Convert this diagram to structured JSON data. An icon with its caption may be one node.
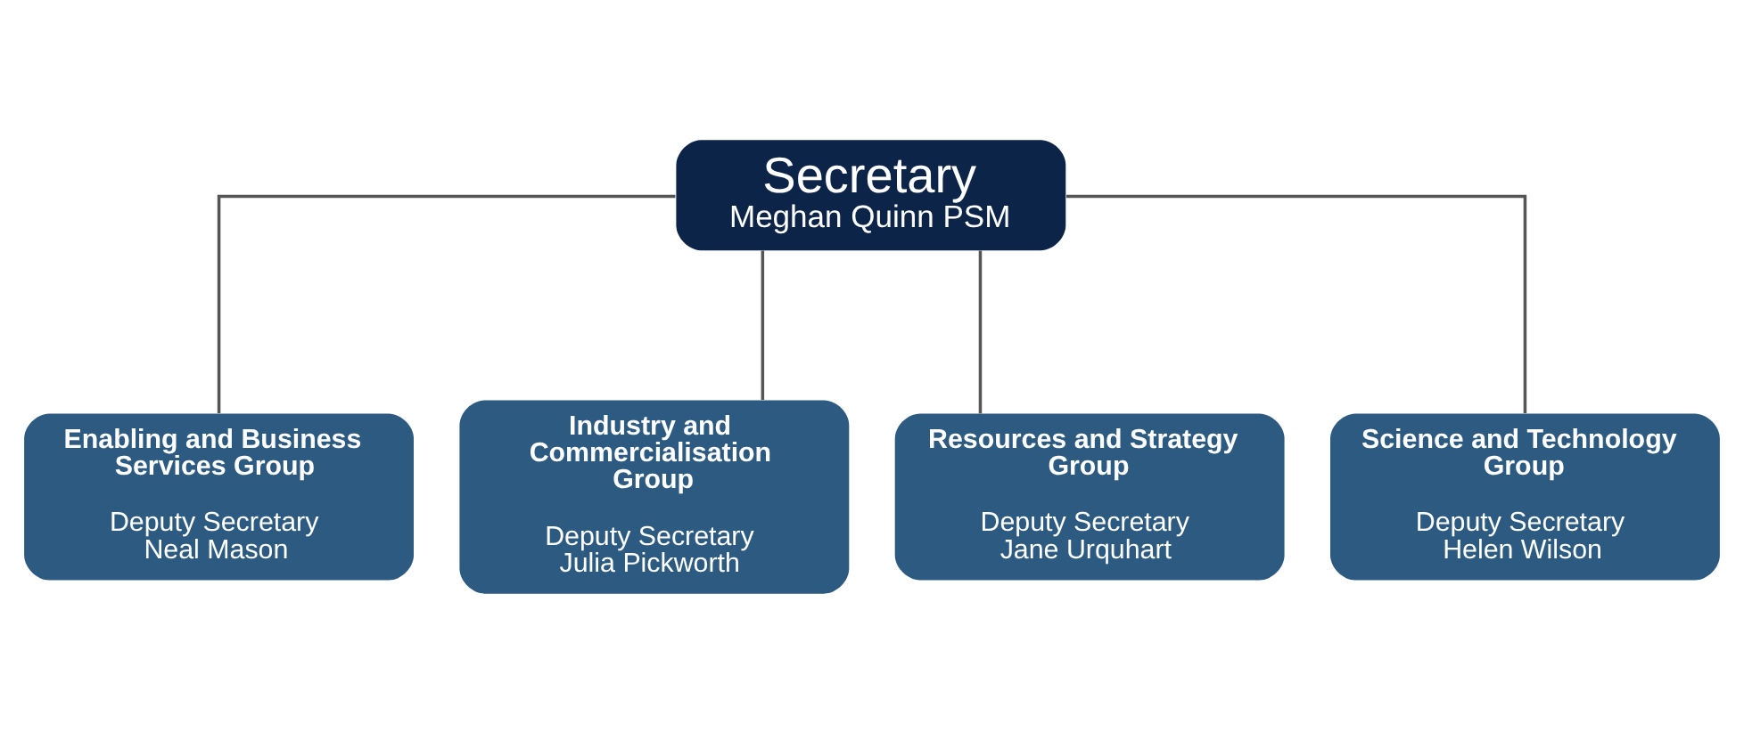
{
  "diagram": {
    "nodes": [
      {
        "text": [
          "Secretary",
          "Meghan Quinn PSM"
        ]
      },
      {
        "text": [
          "Enabling and Business Services Group",
          "Deputy Secretary Neal Mason"
        ]
      },
      {
        "text": [
          "Industry and Commercialisation Group",
          "Deputy Secretary Julia Pickworth"
        ]
      },
      {
        "text": [
          "Resources and Strategy Group",
          "Deputy Secretary Jane Urquhart"
        ]
      },
      {
        "text": [
          "Science and Technology Group",
          "Deputy Secretary Helen Wilson"
        ]
      }
    ],
    "edges": [
      {
        "from": 0,
        "to": 1,
        "arrow": "none"
      },
      {
        "from": 0,
        "to": 2,
        "arrow": "none"
      },
      {
        "from": 0,
        "to": 3,
        "arrow": "none"
      },
      {
        "from": 0,
        "to": 4,
        "arrow": "none"
      }
    ]
  }
}
